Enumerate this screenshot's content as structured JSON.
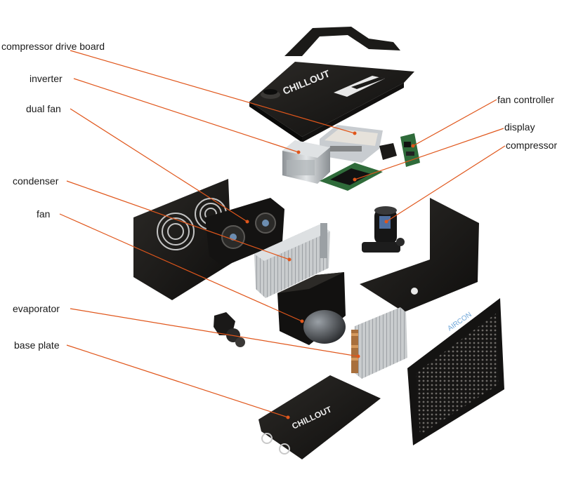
{
  "labels": {
    "compressor_drive_board": "compressor drive board",
    "inverter": "inverter",
    "dual_fan": "dual fan",
    "condenser": "condenser",
    "fan": "fan",
    "evaporator": "evaporator",
    "base_plate": "base plate",
    "fan_controller": "fan controller",
    "display": "display",
    "compressor": "compressor"
  },
  "brand": {
    "lid_logo": "CHILLOUT",
    "base_logo": "CHILLOUT",
    "grille_logo": "AIRCON"
  },
  "colors": {
    "leader_line": "#e0561b",
    "leader_dot": "#e0561b",
    "panel": "#1c1a18",
    "metal": "#bfc3c6",
    "pcb": "#2f6b3a"
  }
}
